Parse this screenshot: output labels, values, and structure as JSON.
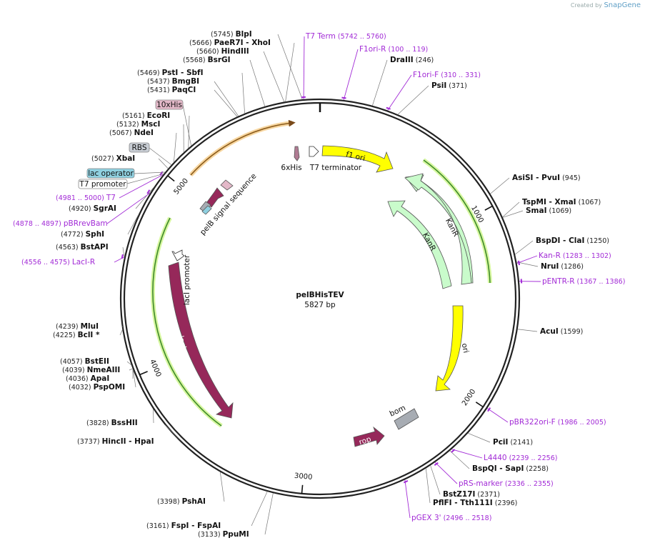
{
  "brand": {
    "created_by": "Created by",
    "name": "SnapGene"
  },
  "plasmid": {
    "name": "pelBHisTEV",
    "length": "5827 bp",
    "total_bp": 5827
  },
  "ticks": [
    {
      "bp": 1000,
      "label": "1000"
    },
    {
      "bp": 2000,
      "label": "2000"
    },
    {
      "bp": 3000,
      "label": "3000"
    },
    {
      "bp": 4000,
      "label": "4000"
    },
    {
      "bp": 5000,
      "label": "5000"
    }
  ],
  "enzymes": [
    {
      "name": "BlpI",
      "pos": "(5745)",
      "side": "left"
    },
    {
      "name": "PaeR7I",
      "name2": "XhoI",
      "pos": "(5666)",
      "side": "left"
    },
    {
      "name": "HindIII",
      "pos": "(5660)",
      "side": "left"
    },
    {
      "name": "BsrGI",
      "pos": "(5568)",
      "side": "left"
    },
    {
      "name": "PstI",
      "name2": "SbfI",
      "pos": "(5469)",
      "side": "left"
    },
    {
      "name": "BmgBI",
      "pos": "(5437)",
      "side": "left"
    },
    {
      "name": "PaqCI",
      "pos": "(5431)",
      "side": "left"
    },
    {
      "name": "EcoRI",
      "pos": "(5161)",
      "side": "left"
    },
    {
      "name": "MscI",
      "pos": "(5132)",
      "side": "left"
    },
    {
      "name": "NdeI",
      "pos": "(5067)",
      "side": "left"
    },
    {
      "name": "XbaI",
      "pos": "(5027)",
      "side": "left"
    },
    {
      "name": "SgrAI",
      "pos": "(4920)",
      "side": "left"
    },
    {
      "name": "SphI",
      "pos": "(4772)",
      "side": "left"
    },
    {
      "name": "BstAPI",
      "pos": "(4563)",
      "side": "left"
    },
    {
      "name": "MluI",
      "pos": "(4239)",
      "side": "left"
    },
    {
      "name": "BclI *",
      "pos": "(4225)",
      "side": "left"
    },
    {
      "name": "BstEII",
      "pos": "(4057)",
      "side": "left"
    },
    {
      "name": "NmeAIII",
      "pos": "(4039)",
      "side": "left"
    },
    {
      "name": "ApaI",
      "pos": "(4036)",
      "side": "left"
    },
    {
      "name": "PspOMI",
      "pos": "(4032)",
      "side": "left"
    },
    {
      "name": "BssHII",
      "pos": "(3828)",
      "side": "left"
    },
    {
      "name": "HincII",
      "name2": "HpaI",
      "pos": "(3737)",
      "side": "left"
    },
    {
      "name": "PshAI",
      "pos": "(3398)",
      "side": "left"
    },
    {
      "name": "FspI",
      "name2": "FspAI",
      "pos": "(3161)",
      "side": "left"
    },
    {
      "name": "PpuMI",
      "pos": "(3133)",
      "side": "left"
    },
    {
      "name": "DraIII",
      "pos": "(246)",
      "side": "right"
    },
    {
      "name": "PsiI",
      "pos": "(371)",
      "side": "right"
    },
    {
      "name": "AsiSI",
      "name2": "PvuI",
      "pos": "(945)",
      "side": "right"
    },
    {
      "name": "TspMI",
      "name2": "XmaI",
      "pos": "(1067)",
      "side": "right"
    },
    {
      "name": "SmaI",
      "pos": "(1069)",
      "side": "right"
    },
    {
      "name": "BspDI",
      "name2": "ClaI",
      "pos": "(1250)",
      "side": "right"
    },
    {
      "name": "NruI",
      "pos": "(1286)",
      "side": "right"
    },
    {
      "name": "AcuI",
      "pos": "(1599)",
      "side": "right"
    },
    {
      "name": "PciI",
      "pos": "(2141)",
      "side": "right"
    },
    {
      "name": "BspQI",
      "name2": "SapI",
      "pos": "(2258)",
      "side": "right"
    },
    {
      "name": "BstZ17I",
      "pos": "(2371)",
      "side": "right"
    },
    {
      "name": "PflFI",
      "name2": "Tth111I",
      "pos": "(2396)",
      "side": "right"
    }
  ],
  "primers": [
    {
      "name": "T7 Term",
      "range": "(5742 .. 5760)"
    },
    {
      "name": "F1ori-R",
      "range": "(100 .. 119)"
    },
    {
      "name": "F1ori-F",
      "range": "(310 .. 331)"
    },
    {
      "name": "Kan-R",
      "range": "(1283 .. 1302)"
    },
    {
      "name": "pENTR-R",
      "range": "(1367 .. 1386)"
    },
    {
      "name": "pBR322ori-F",
      "range": "(1986 .. 2005)"
    },
    {
      "name": "L4440",
      "range": "(2239 .. 2256)"
    },
    {
      "name": "pRS-marker",
      "range": "(2336 .. 2355)"
    },
    {
      "name": "pGEX 3'",
      "range": "(2496 .. 2518)"
    },
    {
      "name": "T7",
      "range": "(4981 .. 5000)"
    },
    {
      "name": "pBRrevBam",
      "range": "(4878 .. 4897)"
    },
    {
      "name": "LacI-R",
      "range": "(4556 .. 4575)"
    }
  ],
  "boxed_features": [
    {
      "name": "10xHis",
      "color": "#e3b8c8"
    },
    {
      "name": "RBS",
      "color": "#c8cdd4"
    },
    {
      "name": "lac operator",
      "color": "#8fd0e0"
    },
    {
      "name": "T7 promoter",
      "color": "#ffffff"
    }
  ],
  "features": [
    {
      "name": "f1 ori",
      "color": "#ffff00"
    },
    {
      "name": "KanR",
      "color": "#c9fbcb"
    },
    {
      "name": "KanR",
      "color": "#c9fbcb"
    },
    {
      "name": "ori",
      "color": "#ffff00"
    },
    {
      "name": "bom",
      "color": "#a7acb3"
    },
    {
      "name": "rop",
      "color": "#96285a"
    },
    {
      "name": "lacI",
      "color": "#96285a"
    },
    {
      "name": "lacI promoter",
      "color": "#ffffff"
    },
    {
      "name": "pelB signal sequence",
      "color": "#96285a"
    },
    {
      "name": "6xHis",
      "color": "#b07b93"
    },
    {
      "name": "T7 terminator",
      "color": "#ffffff"
    }
  ]
}
